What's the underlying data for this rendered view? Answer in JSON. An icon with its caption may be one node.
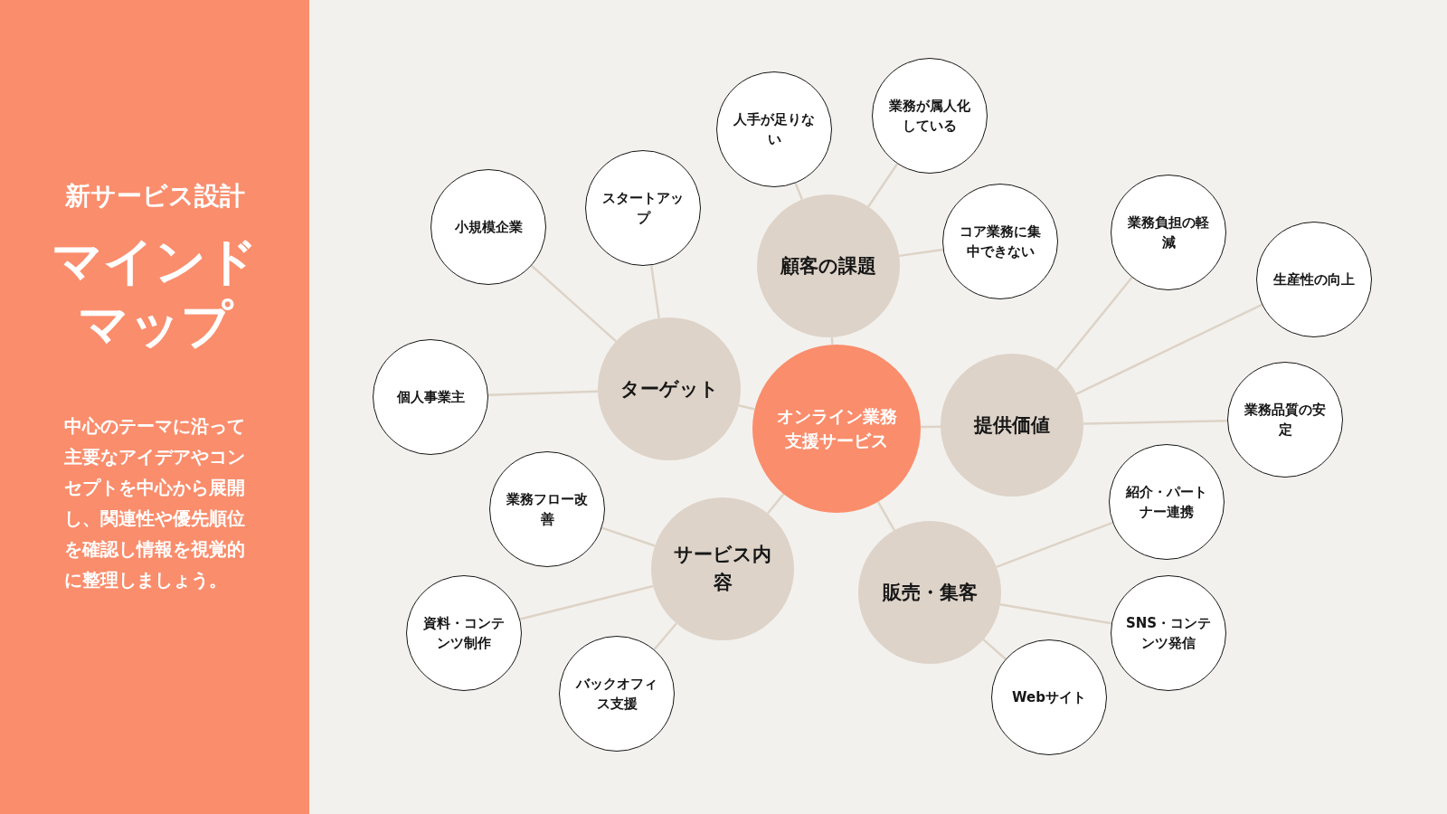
{
  "diagram": {
    "title": "マインドマップ",
    "nodes": [
      {
        "text": [
          "オンライン業務支援サービス"
        ]
      },
      {
        "text": [
          "顧客の課題"
        ]
      },
      {
        "text": [
          "ターゲット"
        ]
      },
      {
        "text": [
          "提供価値"
        ]
      },
      {
        "text": [
          "サービス内容"
        ]
      },
      {
        "text": [
          "販売・集客"
        ]
      },
      {
        "text": [
          "人手が足りない"
        ]
      },
      {
        "text": [
          "業務が属人化している"
        ]
      },
      {
        "text": [
          "コア業務に集中できない"
        ]
      },
      {
        "text": [
          "スタートアップ"
        ]
      },
      {
        "text": [
          "小規模企業"
        ]
      },
      {
        "text": [
          "個人事業主"
        ]
      },
      {
        "text": [
          "業務負担の軽減"
        ]
      },
      {
        "text": [
          "生産性の向上"
        ]
      },
      {
        "text": [
          "業務品質の安定"
        ]
      },
      {
        "text": [
          "業務フロー改善"
        ]
      },
      {
        "text": [
          "資料・コンテンツ制作"
        ]
      },
      {
        "text": [
          "バックオフィス支援"
        ]
      },
      {
        "text": [
          "紹介・パートナー連携"
        ]
      },
      {
        "text": [
          "SNS・コンテンツ発信"
        ]
      },
      {
        "text": [
          "Webサイト"
        ]
      }
    ],
    "edges": [
      {
        "from": 0,
        "to": 1,
        "arrow": "none"
      },
      {
        "from": 0,
        "to": 2,
        "arrow": "none"
      },
      {
        "from": 0,
        "to": 3,
        "arrow": "none"
      },
      {
        "from": 0,
        "to": 4,
        "arrow": "none"
      },
      {
        "from": 0,
        "to": 5,
        "arrow": "none"
      },
      {
        "from": 1,
        "to": 6,
        "arrow": "none"
      },
      {
        "from": 1,
        "to": 7,
        "arrow": "none"
      },
      {
        "from": 1,
        "to": 8,
        "arrow": "none"
      },
      {
        "from": 2,
        "to": 9,
        "arrow": "none"
      },
      {
        "from": 2,
        "to": 10,
        "arrow": "none"
      },
      {
        "from": 2,
        "to": 11,
        "arrow": "none"
      },
      {
        "from": 3,
        "to": 12,
        "arrow": "none"
      },
      {
        "from": 3,
        "to": 13,
        "arrow": "none"
      },
      {
        "from": 3,
        "to": 14,
        "arrow": "none"
      },
      {
        "from": 4,
        "to": 15,
        "arrow": "none"
      },
      {
        "from": 4,
        "to": 16,
        "arrow": "none"
      },
      {
        "from": 4,
        "to": 17,
        "arrow": "none"
      },
      {
        "from": 5,
        "to": 18,
        "arrow": "none"
      },
      {
        "from": 5,
        "to": 19,
        "arrow": "none"
      },
      {
        "from": 5,
        "to": 20,
        "arrow": "none"
      }
    ],
    "labels": [
      "新サービス設計",
      "中心のテーマに沿って主要なアイデアやコンセプトを中心から展開し、関連性や優先順位を確認し情報を視覚的に整理しましょう。"
    ]
  }
}
